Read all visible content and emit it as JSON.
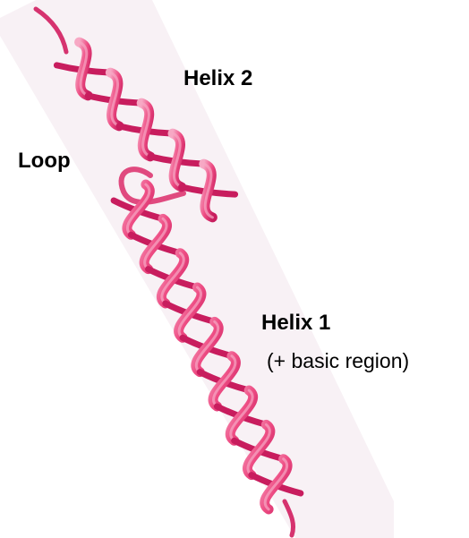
{
  "labels": {
    "helix2": "Helix 2",
    "loop": "Loop",
    "helix1": "Helix 1",
    "basic_region": "(+ basic region)"
  },
  "colors": {
    "background_panel": "#f8f1f5",
    "ribbon_main": "#ee4d84",
    "ribbon_dark": "#c81d5e",
    "ribbon_light": "#f7a8c4"
  }
}
